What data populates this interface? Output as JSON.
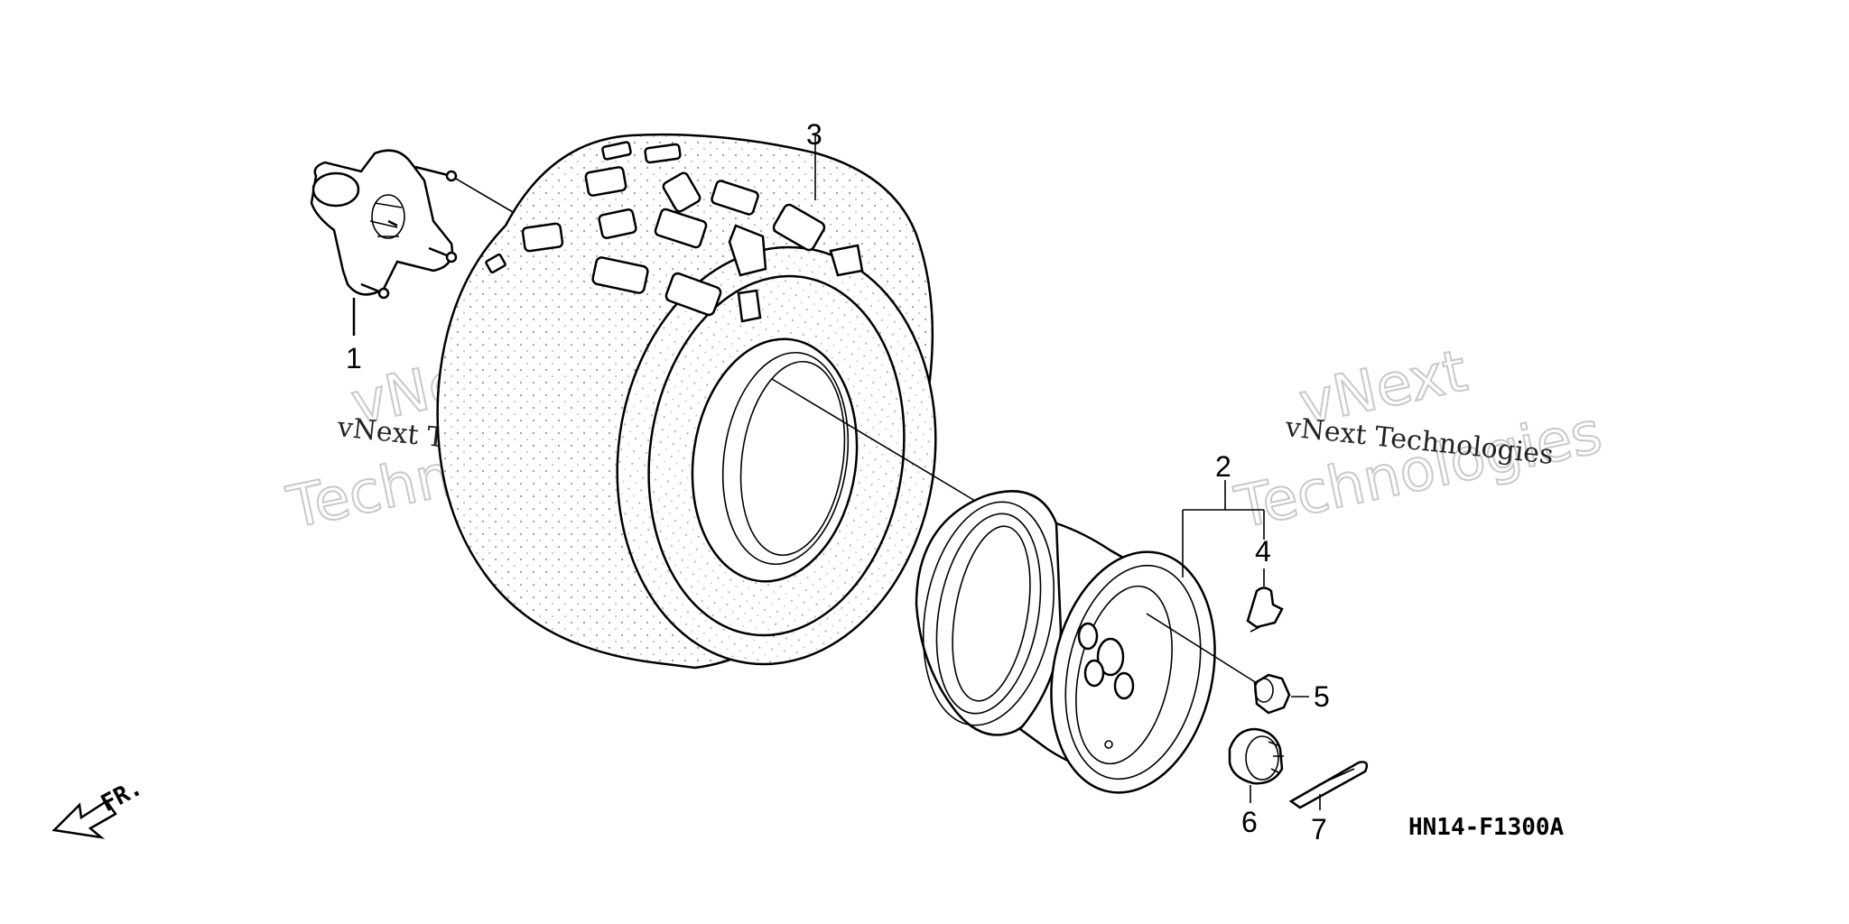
{
  "diagram": {
    "part_code": "HN14-F1300A",
    "front_indicator": "FR.",
    "watermarks": {
      "small": "vNext Technologies",
      "big_line1": "vNext",
      "big_line2": "Technologies"
    },
    "callouts": {
      "c1": "1",
      "c2": "2",
      "c3": "3",
      "c4": "4",
      "c5": "5",
      "c6": "6",
      "c7": "7"
    }
  }
}
